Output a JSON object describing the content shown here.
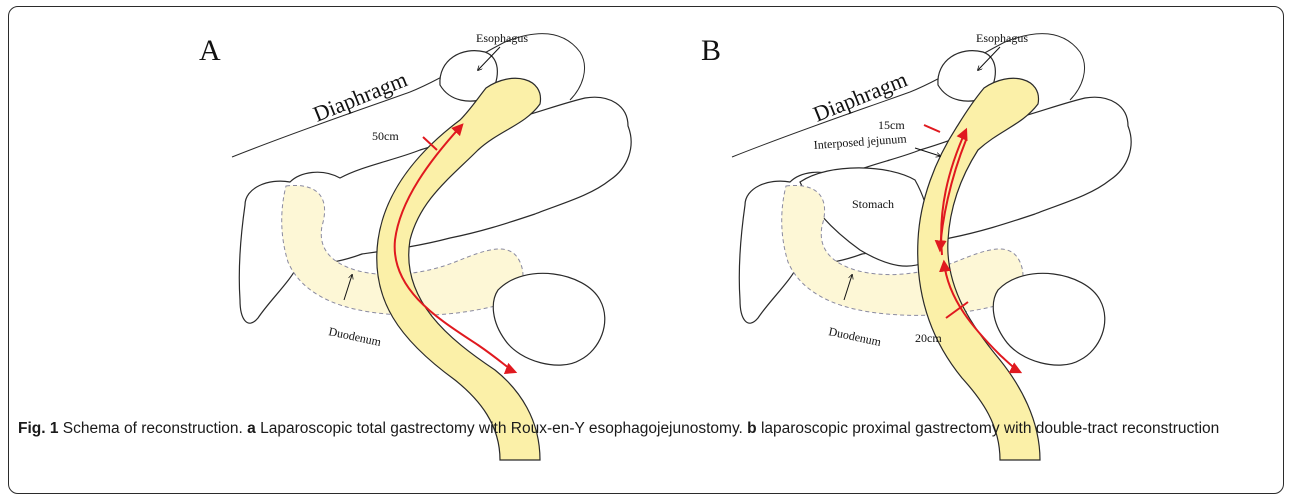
{
  "panels": [
    {
      "letter": "A",
      "labels": {
        "diaphragm": "Diaphragm",
        "esophagus": "Esophagus",
        "length_marker": "50cm",
        "duodenum": "Duodenum"
      }
    },
    {
      "letter": "B",
      "labels": {
        "diaphragm": "Diaphragm",
        "esophagus": "Esophagus",
        "length_marker_top": "15cm",
        "interposed": "Interposed jejunum",
        "stomach": "Stomach",
        "duodenum": "Duodenum",
        "length_marker_bottom": "20cm"
      }
    }
  ],
  "caption": {
    "fig_label": "Fig. 1",
    "title": " Schema of reconstruction. ",
    "part_a_letter": "a",
    "part_a_text": " Laparoscopic total gastrectomy with Roux-en-Y esophagojejunostomy. ",
    "part_b_letter": "b",
    "part_b_text": " laparoscopic proximal gastrectomy with double-tract reconstruction"
  },
  "colors": {
    "jejunum_fill": "#fbf0a8",
    "arrow_red": "#e0191f",
    "frame": "#2b2b2b"
  }
}
